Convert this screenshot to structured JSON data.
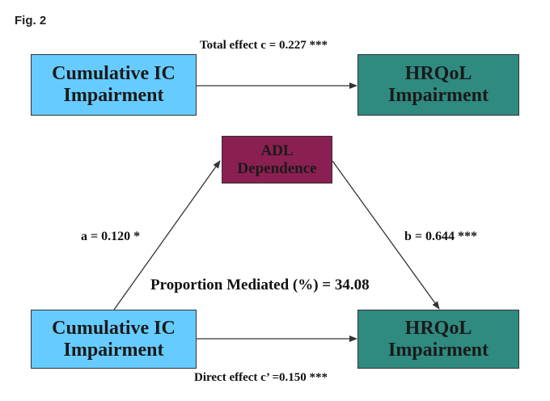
{
  "figure": {
    "label": "Fig. 2"
  },
  "nodes": {
    "ic_top": {
      "line1": "Cumulative IC",
      "line2": "Impairment"
    },
    "hrqol_top": {
      "line1": "HRQoL",
      "line2": "Impairment"
    },
    "adl": {
      "line1": "ADL",
      "line2": "Dependence"
    },
    "ic_bottom": {
      "line1": "Cumulative IC",
      "line2": "Impairment"
    },
    "hrqol_bottom": {
      "line1": "HRQoL",
      "line2": "Impairment"
    }
  },
  "paths": {
    "total_effect": "Total effect  c = 0.227 ***",
    "a": "a = 0.120 *",
    "b": "b = 0.644 ***",
    "direct_effect": "Direct effect   c’ =0.150 ***",
    "proportion_mediated": "Proportion Mediated (%) = 34.08"
  },
  "colors": {
    "ic_fill": "#66ccff",
    "hrqol_fill": "#2f8a80",
    "adl_fill": "#8a1f52",
    "border": "#333333",
    "arrow": "#333333"
  }
}
